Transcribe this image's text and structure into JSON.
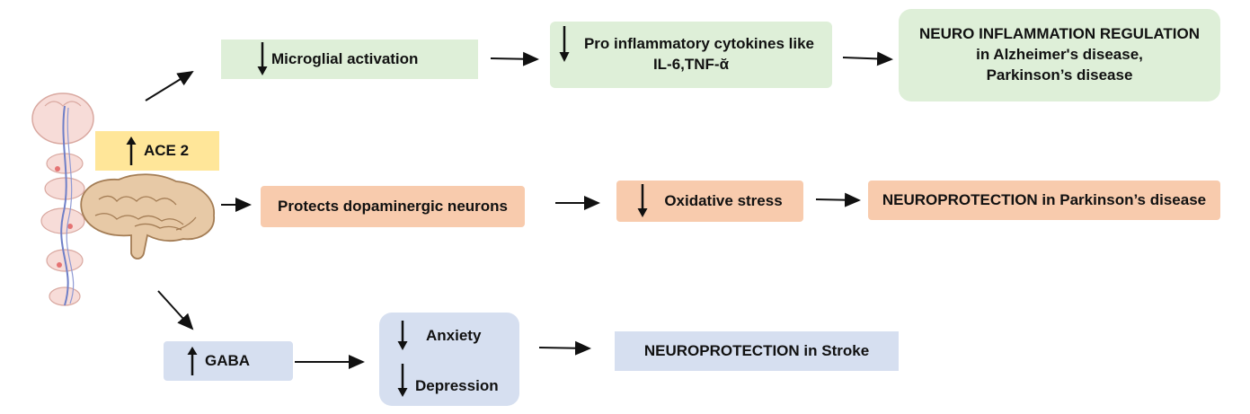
{
  "boxes": {
    "ace2": "ACE 2",
    "microglial": "Microglial activation",
    "cytokines_line1": "Pro inflammatory cytokines like",
    "cytokines_line2": "IL-6,TNF-ᾰ",
    "neuroinflam_line1": "NEURO INFLAMMATION REGULATION",
    "neuroinflam_line2": "in Alzheimer's disease,",
    "neuroinflam_line3": "Parkinson’s disease",
    "dopaminergic": "Protects dopaminergic neurons",
    "oxidative": "Oxidative stress",
    "neuroprot_pd": "NEUROPROTECTION in Parkinson’s disease",
    "gaba": "GABA",
    "anxiety": "Anxiety",
    "depression": "Depression",
    "neuroprot_stroke": "NEUROPROTECTION in Stroke"
  },
  "colors": {
    "green": "#deefd8",
    "orange": "#f8cbad",
    "blue": "#d6dff0",
    "yellow": "#ffe699"
  },
  "icons": [
    "brain-spinal-cord-illustration",
    "brain-illustration",
    "up-arrow-icon",
    "down-arrow-icon"
  ]
}
